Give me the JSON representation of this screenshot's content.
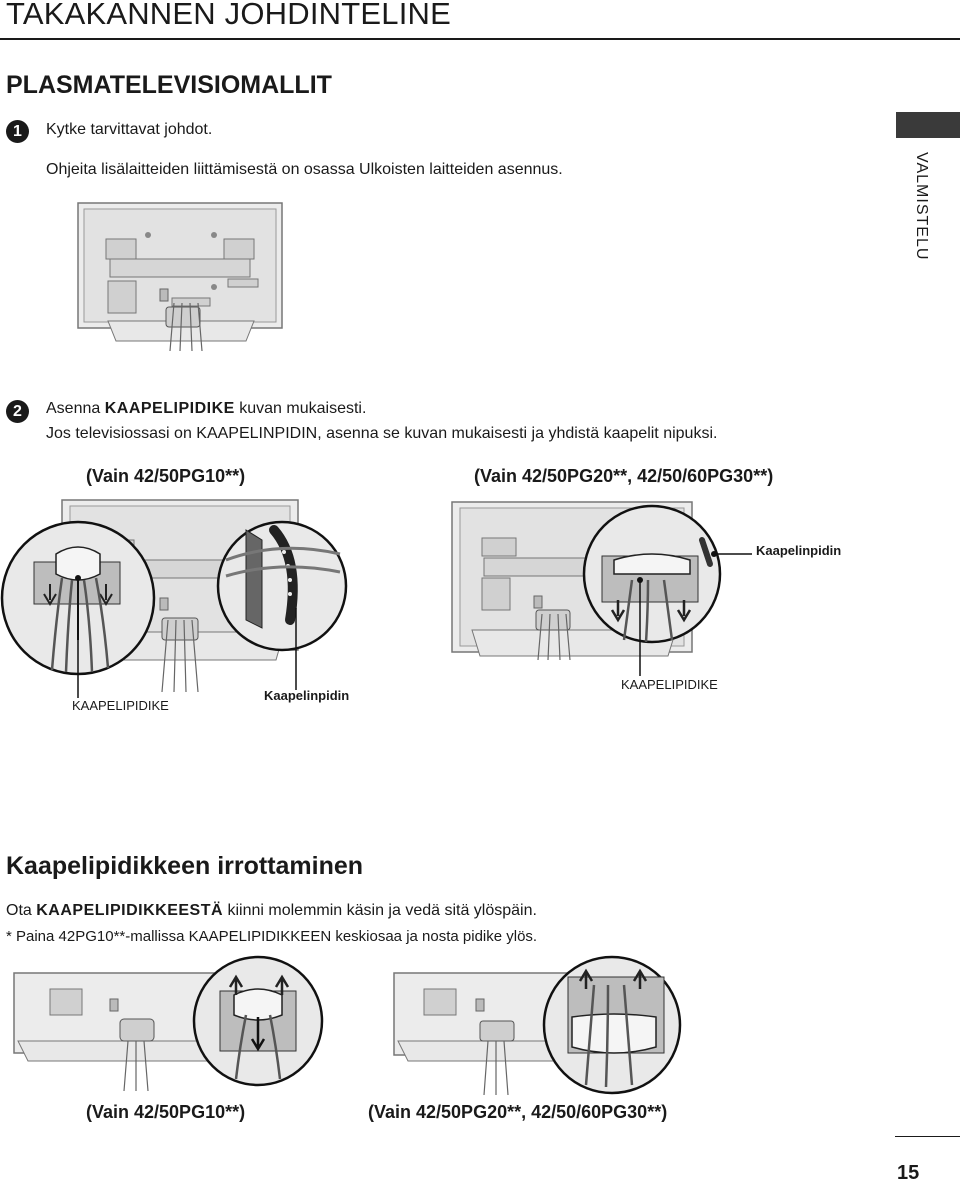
{
  "header": {
    "title": "TAKAKANNEN JOHDINTELINE"
  },
  "section": {
    "title": "PLASMATELEVISIOMALLIT"
  },
  "side_tab": {
    "label": "VALMISTELU"
  },
  "step1": {
    "number": "1",
    "line1": "Kytke tarvittavat johdot.",
    "line2": "Ohjeita lisälaitteiden liittämisestä on osassa Ulkoisten laitteiden asennus."
  },
  "step2": {
    "number": "2",
    "line1_pre": "Asenna ",
    "line1_bold": "KAAPELIPIDIKE",
    "line1_post": " kuvan mukaisesti.",
    "line2": "Jos televisiossasi on KAAPELINPIDIN, asenna se kuvan mukaisesti ja yhdistä kaapelit nipuksi."
  },
  "figures": {
    "caption_left": "(Vain 42/50PG10**)",
    "caption_right": "(Vain 42/50PG20**, 42/50/60PG30**)",
    "label_kaapelipidike_left": "KAAPELIPIDIKE",
    "label_kaapelinpidin_left": "Kaapelinpidin",
    "label_kaapelinpidin_right": "Kaapelinpidin",
    "label_kaapelipidike_right": "KAAPELIPIDIKE"
  },
  "removal": {
    "title": "Kaapelipidikkeen irrottaminen",
    "line1_pre": "Ota ",
    "line1_bold": "KAAPELIPIDIKKEESTÄ",
    "line1_post": " kiinni molemmin käsin ja vedä sitä ylöspäin.",
    "note": "* Paina 42PG10**-mallissa KAAPELIPIDIKKEEN keskiosaa ja nosta pidike ylös.",
    "caption_left": "(Vain 42/50PG10**)",
    "caption_right": "(Vain 42/50PG20**, 42/50/60PG30**)"
  },
  "footer": {
    "page_number": "15"
  },
  "colors": {
    "text": "#1a1a1a",
    "tab": "#3a3a3a",
    "tv_fill": "#e6e6e6",
    "tv_stroke": "#888888"
  }
}
